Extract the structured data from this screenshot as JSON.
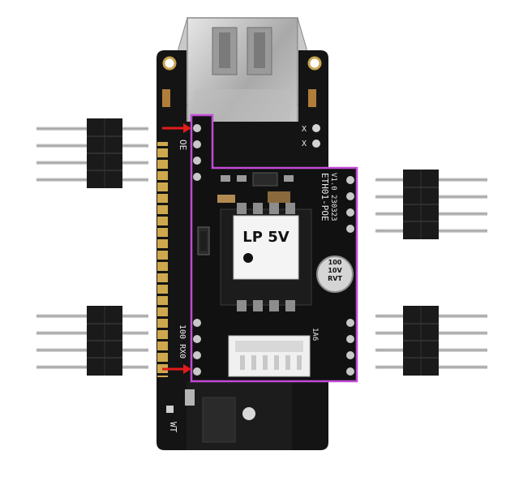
{
  "module_chip_text": "LP 5V",
  "poe_board_model": "ETH01-POE",
  "poe_board_version": "V1.0",
  "poe_board_date": "230323",
  "capacitor_value": "100",
  "capacitor_voltage": "10V",
  "capacitor_series": "RVT",
  "side_label_top": "OE",
  "side_label_bottom": "100 RX0",
  "inductor_code": "1A6",
  "board_mark": "WT",
  "colors": {
    "board": "#141414",
    "outline": "#c14bd6",
    "arrow": "#e21b1b",
    "gold": "#d9b45c",
    "metal": "#b9b9b9"
  }
}
